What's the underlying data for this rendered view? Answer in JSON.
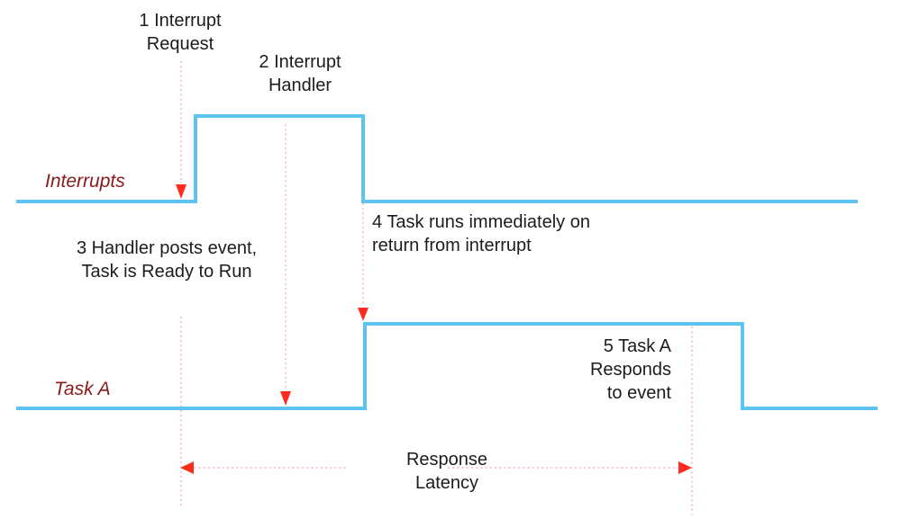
{
  "diagram": {
    "type": "timing-diagram",
    "signals": [
      {
        "label": "Interrupts"
      },
      {
        "label": "Task A"
      }
    ],
    "steps": {
      "step1": {
        "lines": [
          "1 Interrupt",
          "Request"
        ]
      },
      "step2": {
        "lines": [
          "2 Interrupt",
          "Handler"
        ]
      },
      "step3": {
        "lines": [
          "3 Handler posts event,",
          "Task is Ready to Run"
        ]
      },
      "step4": {
        "lines": [
          "4 Task runs immediately on",
          "return from interrupt"
        ]
      },
      "step5": {
        "lines": [
          "5 Task A",
          "Responds",
          "to event"
        ]
      }
    },
    "measurement": {
      "lines": [
        "Response",
        "Latency"
      ]
    },
    "colors": {
      "signal_line": "#5cc3f2",
      "arrow_red": "#ff2b1e",
      "guide_dotted": "#f8a89d",
      "signal_label": "#8b1a1a",
      "text": "#1c1c1c",
      "background": "#ffffff"
    }
  }
}
